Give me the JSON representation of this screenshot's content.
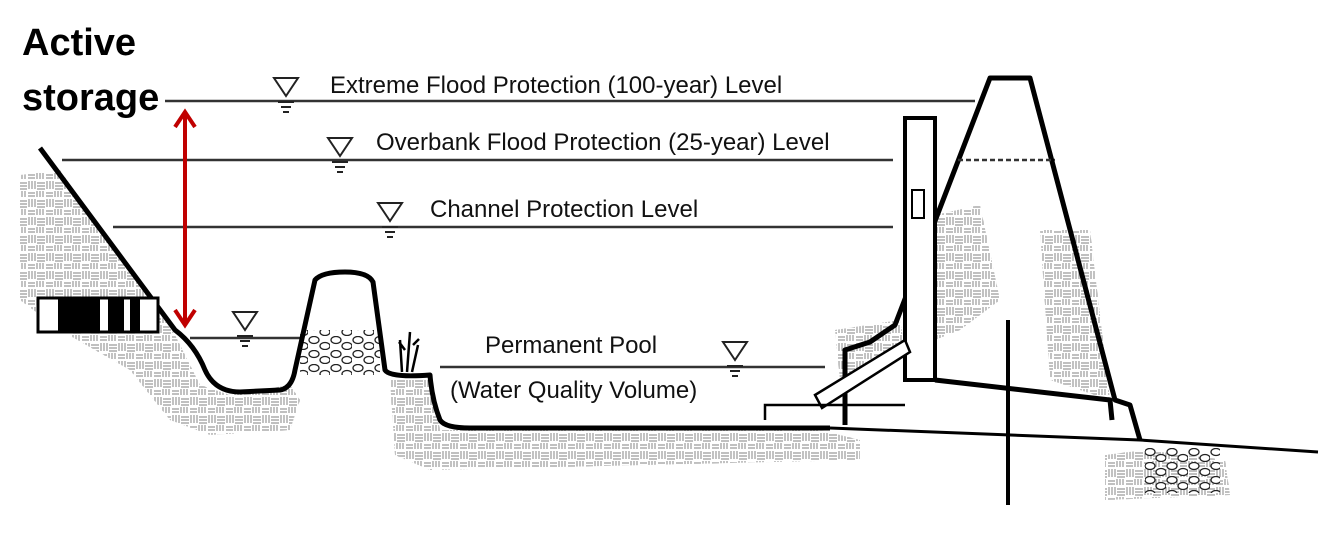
{
  "annotation": {
    "line1": "Active",
    "line2": "storage",
    "arrow_color": "#c00000"
  },
  "levels": {
    "extreme": "Extreme Flood Protection (100-year) Level",
    "overbank": "Overbank Flood Protection (25-year) Level",
    "channel": "Channel Protection Level",
    "pool_line1": "Permanent Pool",
    "pool_line2": "(Water Quality Volume)"
  }
}
